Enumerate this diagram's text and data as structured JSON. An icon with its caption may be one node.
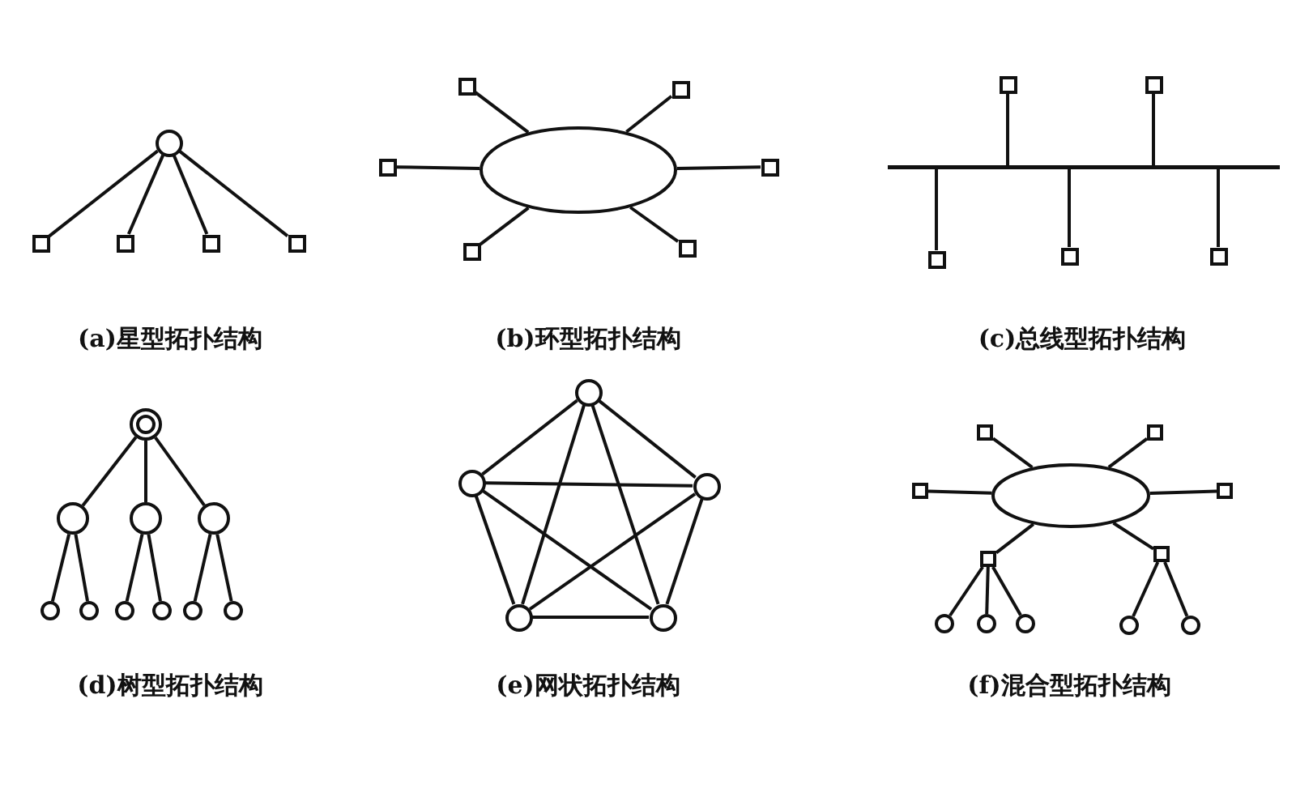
{
  "diagram": {
    "nodes": [
      {
        "text": [],
        "shape": "circle"
      },
      {
        "text": [],
        "shape": "box"
      },
      {
        "text": [],
        "shape": "box"
      },
      {
        "text": [],
        "shape": "box"
      },
      {
        "text": [],
        "shape": "box"
      },
      {
        "text": [],
        "shape": "ellipse"
      },
      {
        "text": [],
        "shape": "box"
      },
      {
        "text": [],
        "shape": "box"
      },
      {
        "text": [],
        "shape": "box"
      },
      {
        "text": [],
        "shape": "box"
      },
      {
        "text": [],
        "shape": "box"
      },
      {
        "text": [],
        "shape": "box"
      },
      {
        "text": [],
        "shape": "bar"
      },
      {
        "text": [],
        "shape": "box"
      },
      {
        "text": [],
        "shape": "box"
      },
      {
        "text": [],
        "shape": "box"
      },
      {
        "text": [],
        "shape": "box"
      },
      {
        "text": [],
        "shape": "box"
      },
      {
        "text": [],
        "shape": "circle"
      },
      {
        "text": [],
        "shape": "circle"
      },
      {
        "text": [],
        "shape": "circle"
      },
      {
        "text": [],
        "shape": "circle"
      },
      {
        "text": [],
        "shape": "circle"
      },
      {
        "text": [],
        "shape": "circle"
      },
      {
        "text": [],
        "shape": "circle"
      },
      {
        "text": [],
        "shape": "circle"
      },
      {
        "text": [],
        "shape": "circle"
      },
      {
        "text": [],
        "shape": "circle"
      },
      {
        "text": [],
        "shape": "circle"
      },
      {
        "text": [],
        "shape": "circle"
      },
      {
        "text": [],
        "shape": "circle"
      },
      {
        "text": [],
        "shape": "circle"
      },
      {
        "text": [],
        "shape": "circle"
      },
      {
        "text": [],
        "shape": "ellipse"
      },
      {
        "text": [],
        "shape": "box"
      },
      {
        "text": [],
        "shape": "box"
      },
      {
        "text": [],
        "shape": "box"
      },
      {
        "text": [],
        "shape": "box"
      },
      {
        "text": [],
        "shape": "box"
      },
      {
        "text": [],
        "shape": "box"
      },
      {
        "text": [],
        "shape": "circle"
      },
      {
        "text": [],
        "shape": "circle"
      },
      {
        "text": [],
        "shape": "circle"
      },
      {
        "text": [],
        "shape": "circle"
      },
      {
        "text": [],
        "shape": "circle"
      }
    ],
    "edges": [
      {
        "from": 0,
        "to": 1,
        "arrow": "none"
      },
      {
        "from": 0,
        "to": 2,
        "arrow": "none"
      },
      {
        "from": 0,
        "to": 3,
        "arrow": "none"
      },
      {
        "from": 0,
        "to": 4,
        "arrow": "none"
      },
      {
        "from": 5,
        "to": 6,
        "arrow": "none"
      },
      {
        "from": 5,
        "to": 7,
        "arrow": "none"
      },
      {
        "from": 5,
        "to": 8,
        "arrow": "none"
      },
      {
        "from": 5,
        "to": 9,
        "arrow": "none"
      },
      {
        "from": 5,
        "to": 10,
        "arrow": "none"
      },
      {
        "from": 5,
        "to": 11,
        "arrow": "none"
      },
      {
        "from": 13,
        "to": 12,
        "arrow": "none"
      },
      {
        "from": 14,
        "to": 12,
        "arrow": "none"
      },
      {
        "from": 12,
        "to": 15,
        "arrow": "none"
      },
      {
        "from": 12,
        "to": 16,
        "arrow": "none"
      },
      {
        "from": 12,
        "to": 17,
        "arrow": "none"
      },
      {
        "from": 18,
        "to": 19,
        "arrow": "none"
      },
      {
        "from": 18,
        "to": 20,
        "arrow": "none"
      },
      {
        "from": 18,
        "to": 21,
        "arrow": "none"
      },
      {
        "from": 19,
        "to": 22,
        "arrow": "none"
      },
      {
        "from": 19,
        "to": 23,
        "arrow": "none"
      },
      {
        "from": 20,
        "to": 24,
        "arrow": "none"
      },
      {
        "from": 20,
        "to": 25,
        "arrow": "none"
      },
      {
        "from": 21,
        "to": 26,
        "arrow": "none"
      },
      {
        "from": 21,
        "to": 27,
        "arrow": "none"
      },
      {
        "from": 28,
        "to": 29,
        "arrow": "none"
      },
      {
        "from": 28,
        "to": 30,
        "arrow": "none"
      },
      {
        "from": 28,
        "to": 31,
        "arrow": "none"
      },
      {
        "from": 28,
        "to": 32,
        "arrow": "none"
      },
      {
        "from": 29,
        "to": 30,
        "arrow": "none"
      },
      {
        "from": 29,
        "to": 31,
        "arrow": "none"
      },
      {
        "from": 29,
        "to": 32,
        "arrow": "none"
      },
      {
        "from": 30,
        "to": 31,
        "arrow": "none"
      },
      {
        "from": 30,
        "to": 32,
        "arrow": "none"
      },
      {
        "from": 31,
        "to": 32,
        "arrow": "none"
      },
      {
        "from": 33,
        "to": 34,
        "arrow": "none"
      },
      {
        "from": 33,
        "to": 35,
        "arrow": "none"
      },
      {
        "from": 33,
        "to": 36,
        "arrow": "none"
      },
      {
        "from": 33,
        "to": 37,
        "arrow": "none"
      },
      {
        "from": 33,
        "to": 38,
        "arrow": "none"
      },
      {
        "from": 33,
        "to": 39,
        "arrow": "none"
      },
      {
        "from": 38,
        "to": 40,
        "arrow": "none"
      },
      {
        "from": 38,
        "to": 41,
        "arrow": "none"
      },
      {
        "from": 38,
        "to": 42,
        "arrow": "none"
      },
      {
        "from": 39,
        "to": 43,
        "arrow": "none"
      },
      {
        "from": 39,
        "to": 44,
        "arrow": "none"
      }
    ],
    "labels": [
      "(a)星型拓扑结构",
      "(b)环型拓扑结构",
      "(c)总线型拓扑结构",
      "(d)树型拓扑结构",
      "(e)网状拓扑结构",
      "(f)混合型拓扑结构"
    ]
  }
}
